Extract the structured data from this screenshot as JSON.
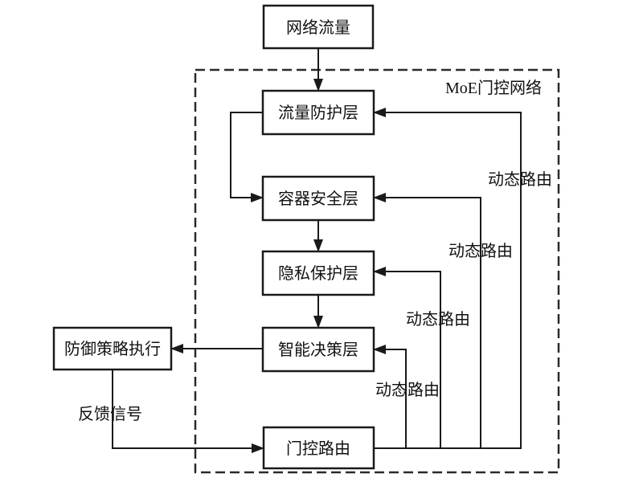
{
  "colors": {
    "background": "#ffffff",
    "line": "#1a1a1a",
    "text": "#111111",
    "box_fill": "#ffffff"
  },
  "container_label": "MoE门控网络",
  "nodes": {
    "network_traffic": "网络流量",
    "traffic_protection": "流量防护层",
    "container_security": "容器安全层",
    "privacy_protection": "隐私保护层",
    "intelligent_decision": "智能决策层",
    "defense_strategy": "防御策略执行",
    "gating_router": "门控路由"
  },
  "edge_labels": {
    "dynamic_routing_1": "动态路由",
    "dynamic_routing_2": "动态路由",
    "dynamic_routing_3": "动态路由",
    "dynamic_routing_4": "动态路由",
    "feedback_signal": "反馈信号"
  }
}
